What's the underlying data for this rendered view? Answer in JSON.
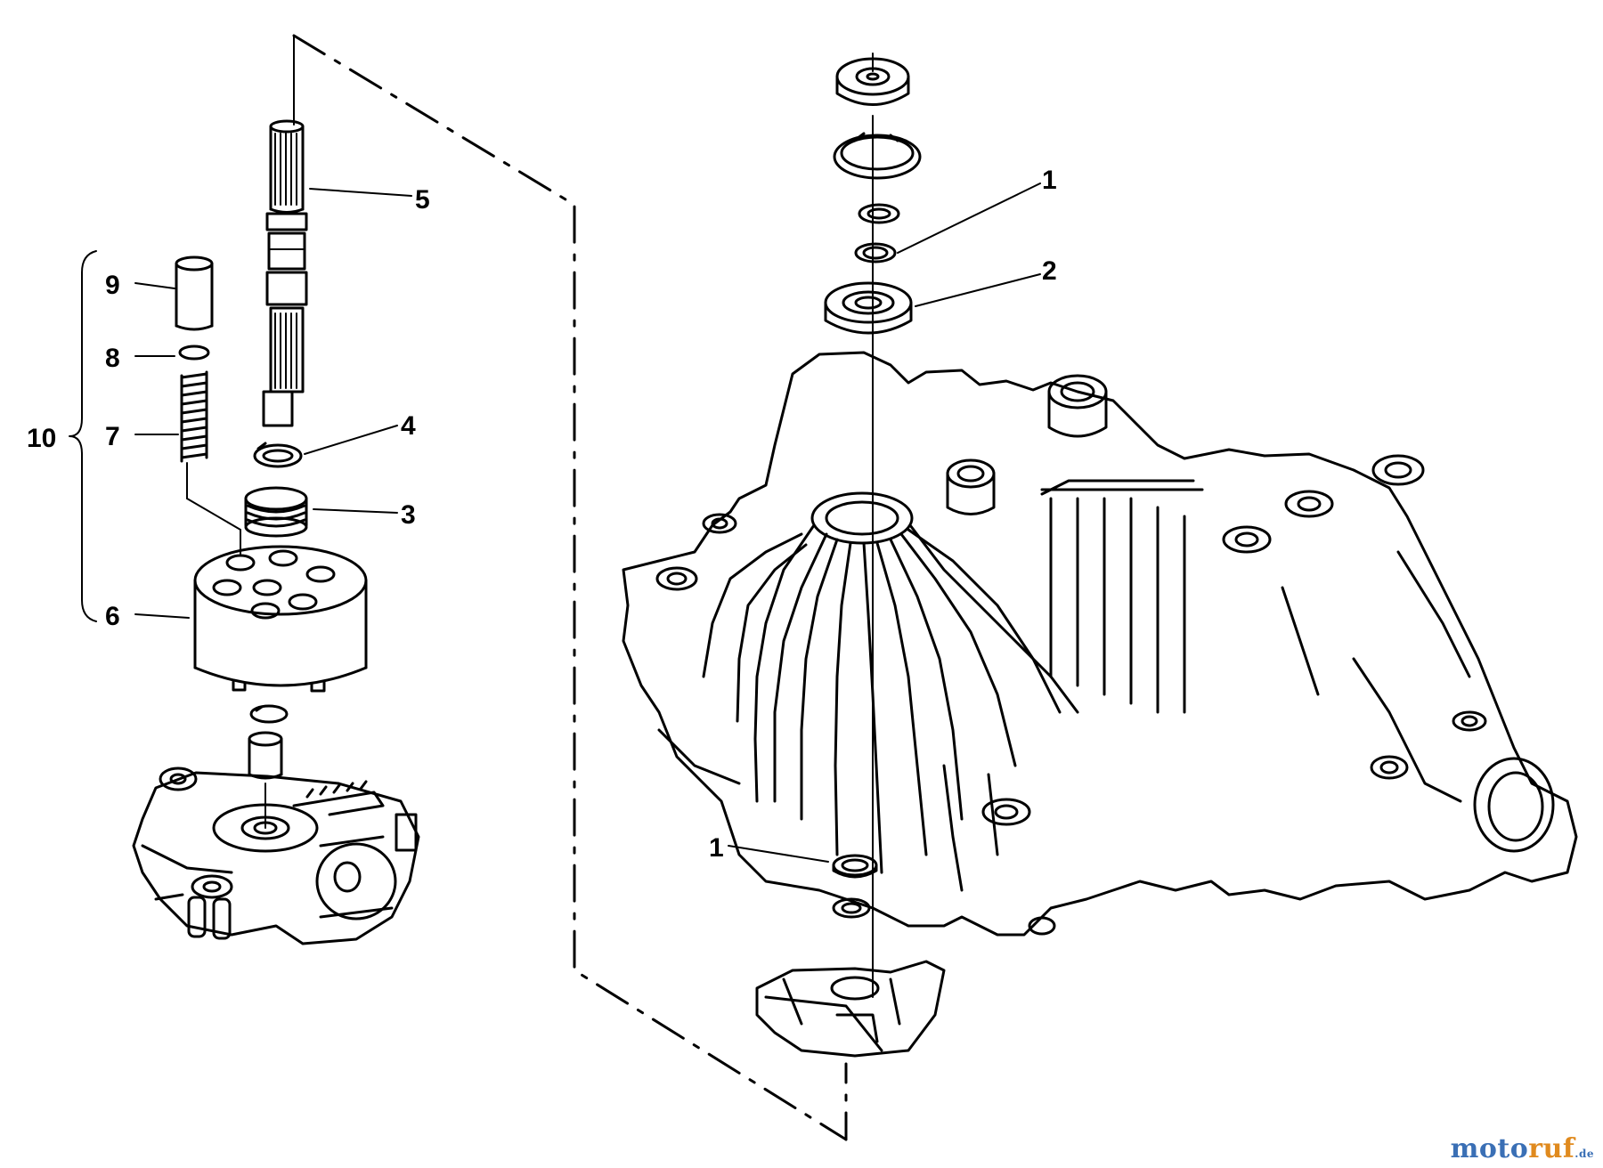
{
  "callouts": {
    "c1_upper": "1",
    "c2": "2",
    "c3": "3",
    "c4": "4",
    "c5": "5",
    "c6": "6",
    "c7": "7",
    "c8": "8",
    "c9": "9",
    "c10": "10",
    "c1_lower": "1"
  },
  "watermark": {
    "part1": "moto",
    "part2": "ruf",
    "part3": ".de"
  },
  "colors": {
    "line": "#000000",
    "background": "#ffffff",
    "watermark_blue": "#3a6fb5",
    "watermark_orange": "#e08a1e"
  }
}
